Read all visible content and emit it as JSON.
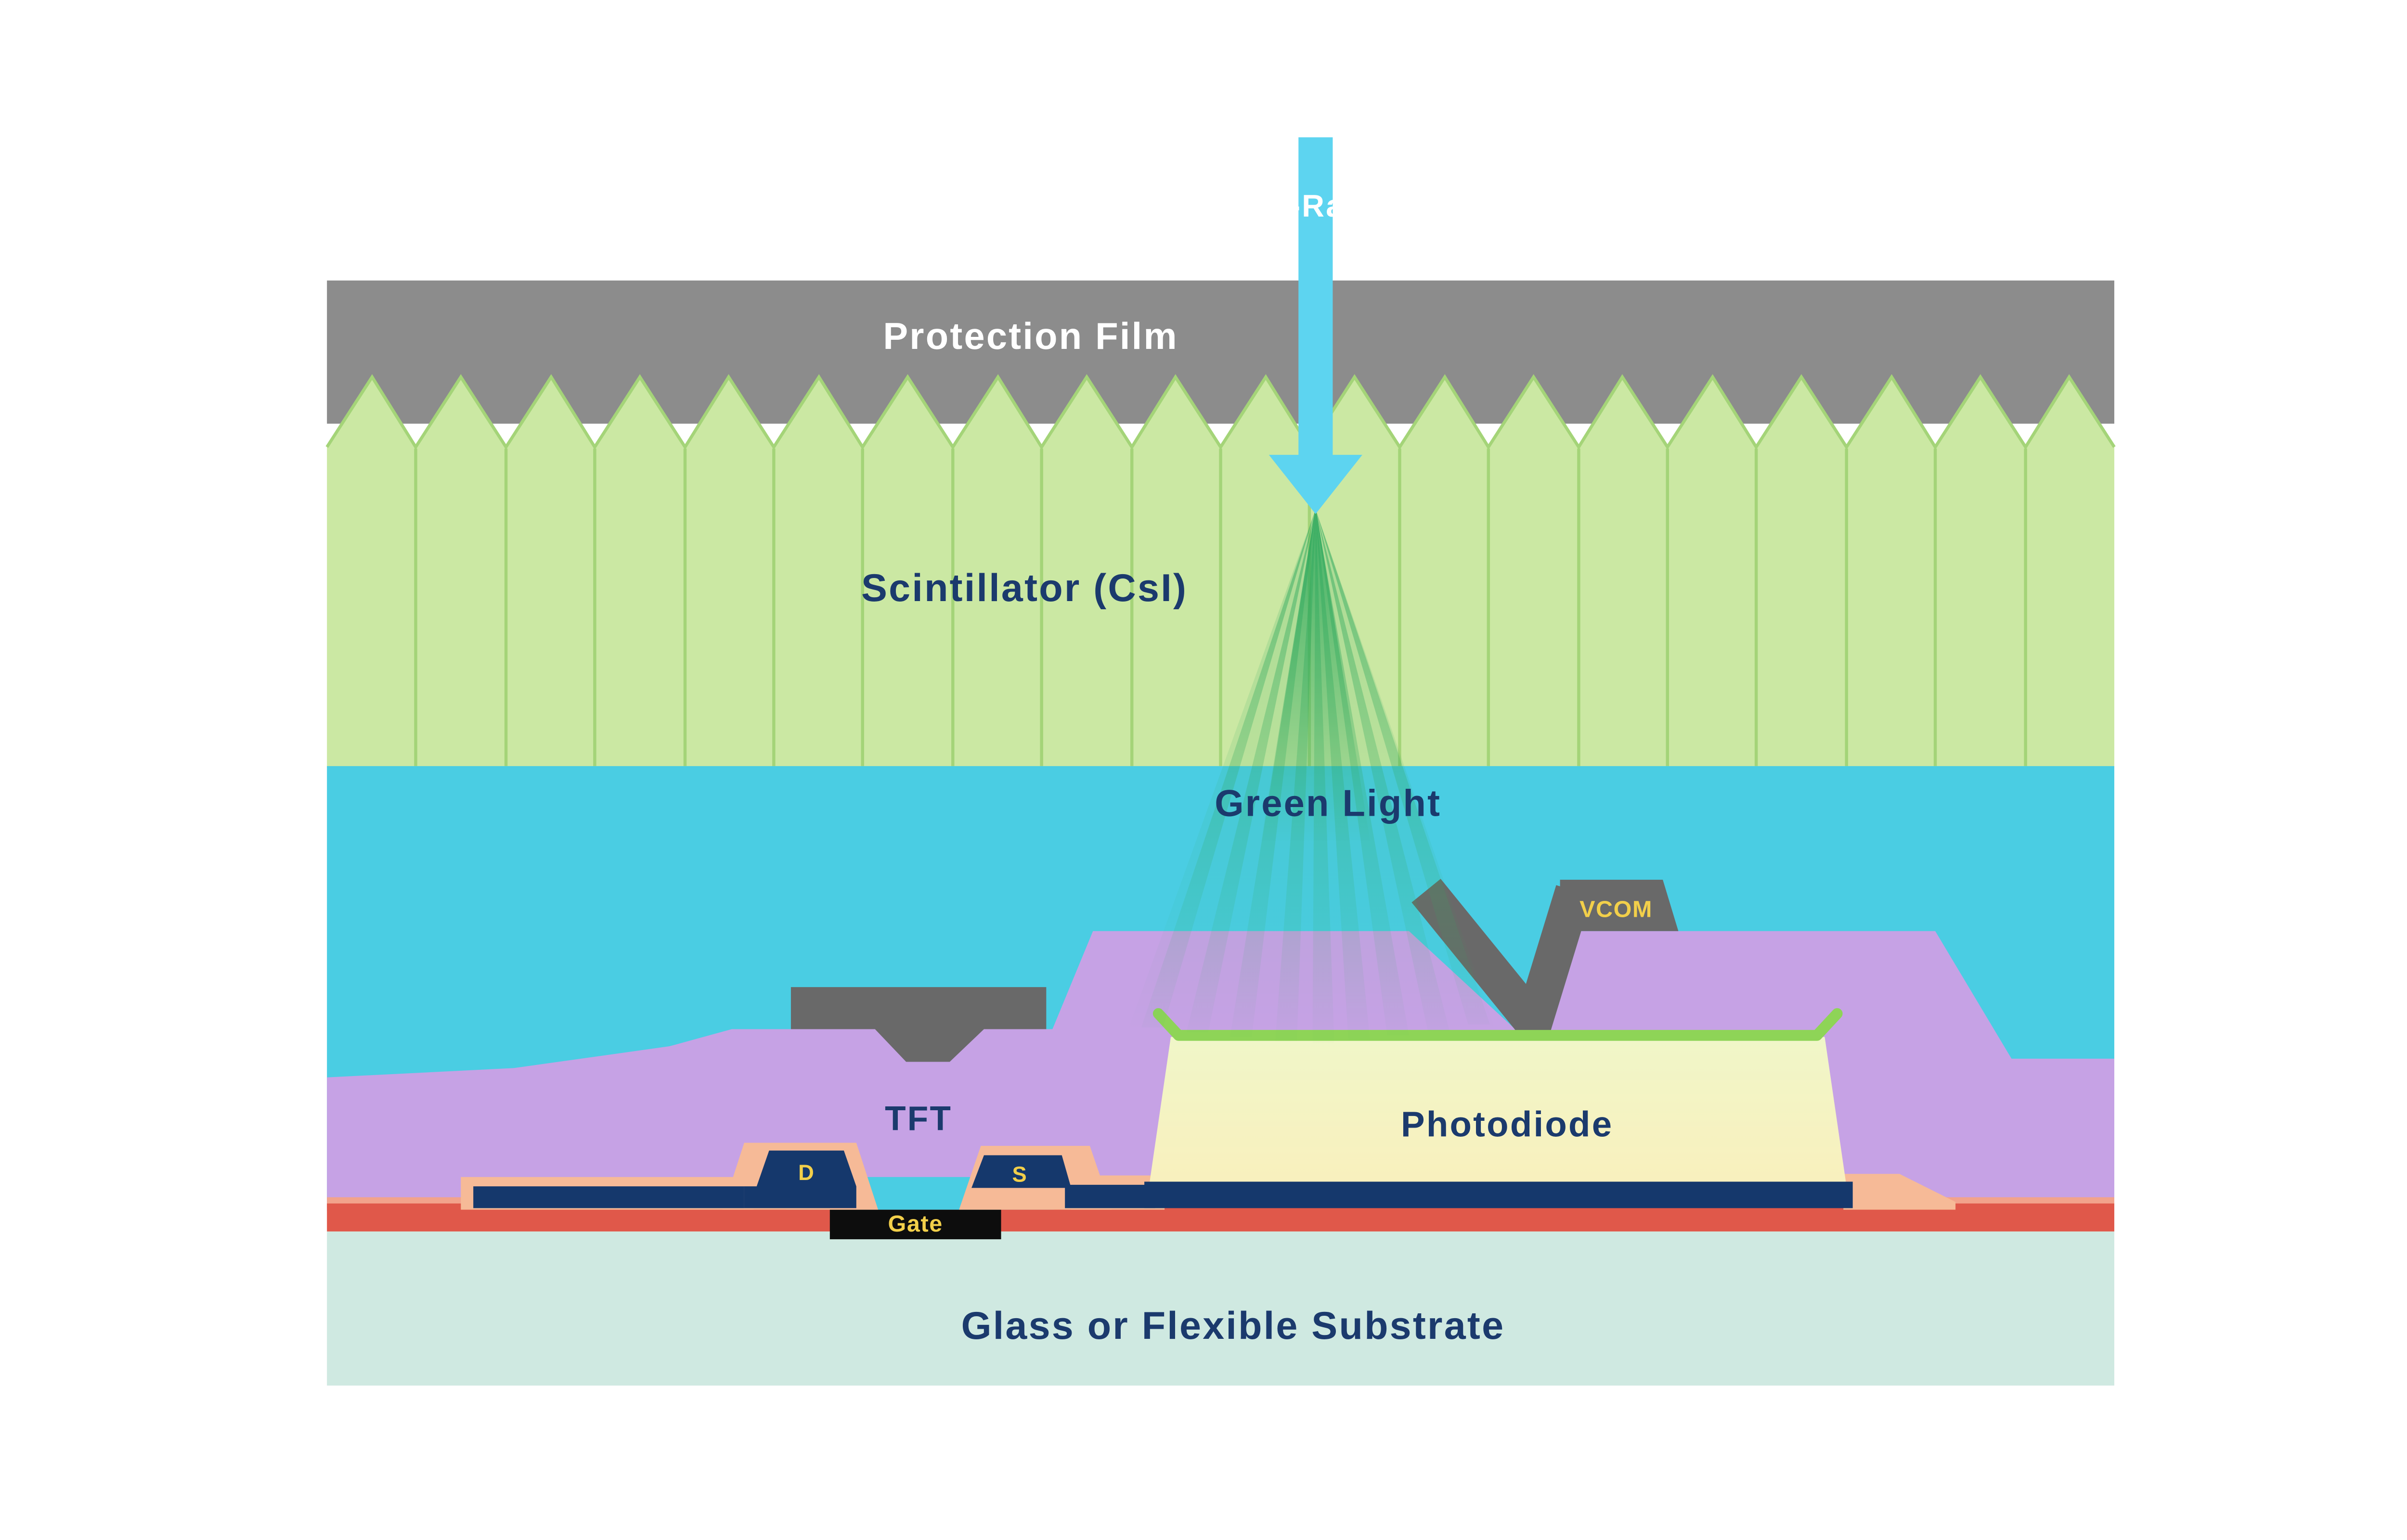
{
  "diagram": {
    "labels": {
      "xray": "X-Ray",
      "protection_film": "Protection Film",
      "scintillator": "Scintillator (CsI)",
      "green_light": "Green Light",
      "vcom": "VCOM",
      "photodiode": "Photodiode",
      "tft": "TFT",
      "drain": "D",
      "source": "S",
      "gate": "Gate",
      "substrate": "Glass or Flexible Substrate"
    },
    "colors": {
      "background": "#ffffff",
      "protection_film": "#8c8c8c",
      "scintillator_fill": "#cbe8a3",
      "scintillator_line": "#a4d478",
      "xray_arrow": "#5dd4f0",
      "cyan_layer": "#4acde3",
      "purple_layer": "#c6a2e5",
      "contact_gray": "#696969",
      "photodiode_top": "#f0f6c8",
      "photodiode_bottom": "#f9f0bd",
      "photodiode_edge_green": "#8ed457",
      "electrode_navy": "#15386c",
      "passivation_salmon": "#f6ba97",
      "gate_black": "#0d0d0d",
      "red_layer": "#e0584a",
      "red_layer_highlight": "#f2a38c",
      "substrate": "#cfe9e1",
      "label_navy": "#1b3a6d",
      "label_yellow": "#f2cf4a",
      "label_white": "#ffffff",
      "green_ray": "#2fa95e"
    }
  }
}
